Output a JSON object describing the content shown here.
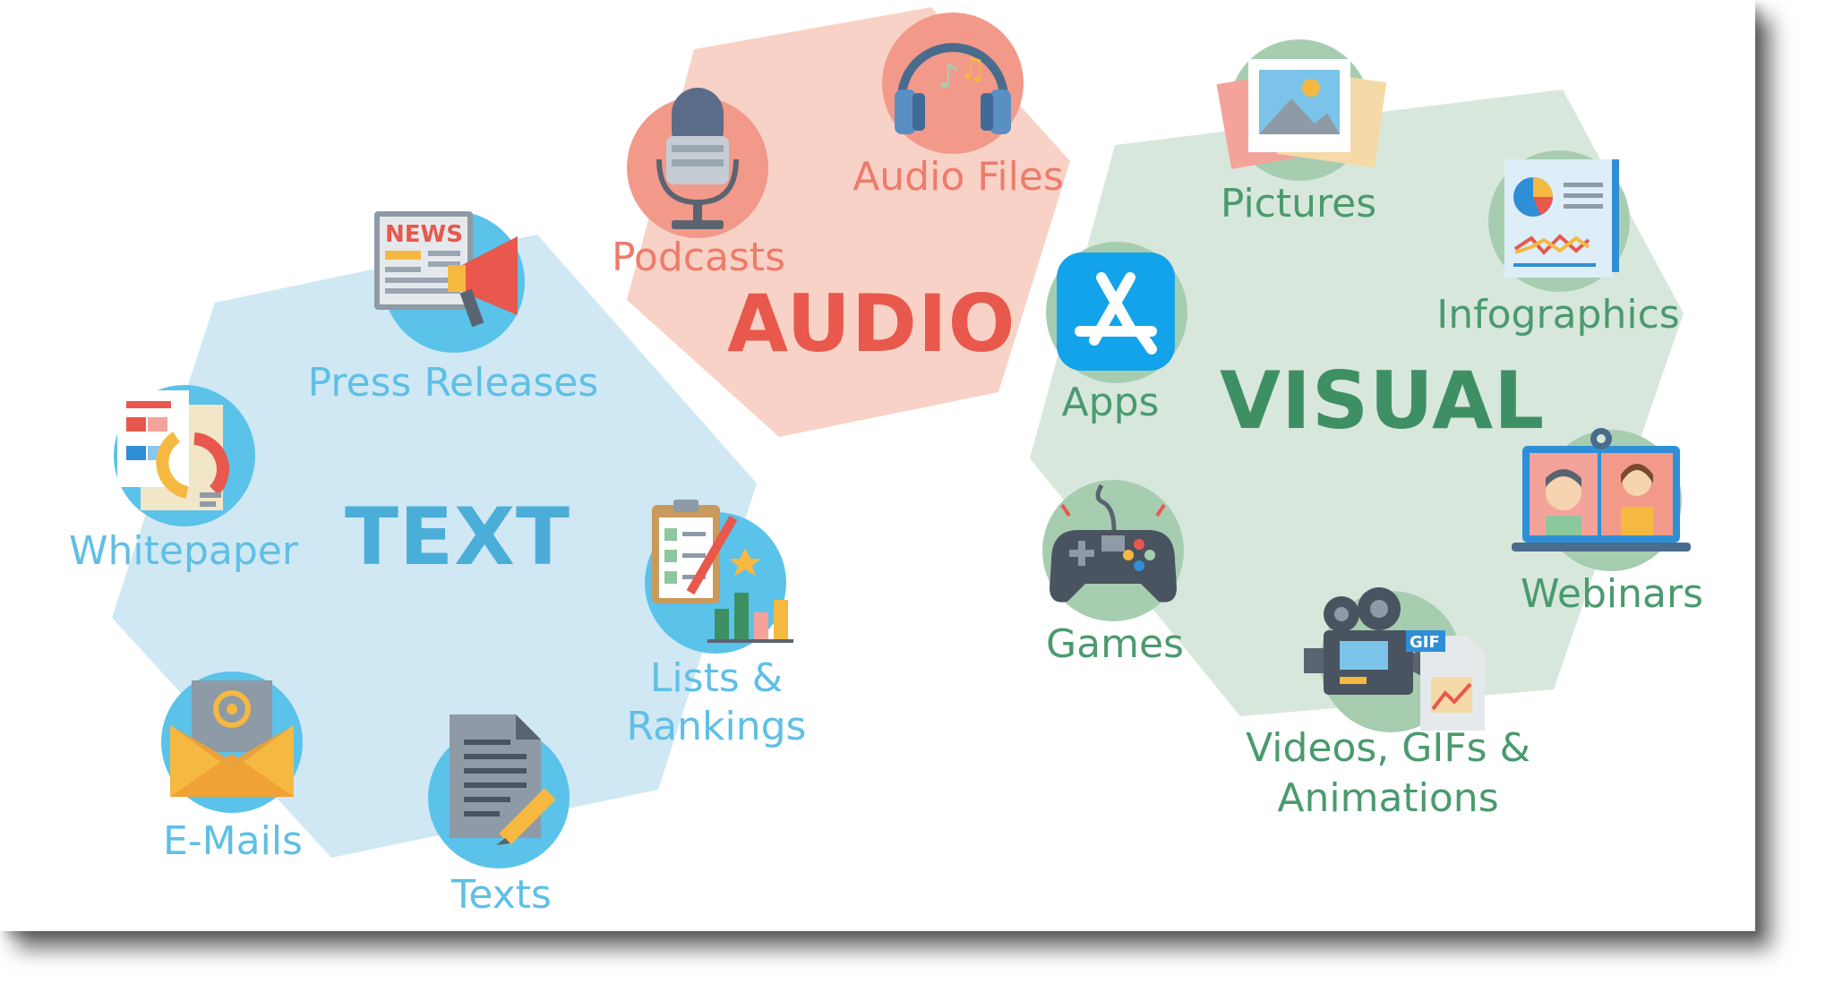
{
  "colors": {
    "text_bg": "#cfe8f3",
    "text_label": "#5fbfe6",
    "text_title": "#4aaed8",
    "text_circle": "#5bc2ea",
    "audio_bg": "#f8d2c6",
    "audio_label": "#ee7b6b",
    "audio_title": "#e8584c",
    "audio_circle": "#f2998a",
    "visual_bg": "#d8e7db",
    "visual_label": "#4a9a6e",
    "visual_title": "#3f8f64",
    "visual_circle": "#a7cdb1"
  },
  "groups": {
    "text": {
      "title": "TEXT",
      "items": {
        "press_releases": "Press Releases",
        "whitepaper": "Whitepaper",
        "lists_line1": "Lists &",
        "lists_line2": "Rankings",
        "emails": "E-Mails",
        "texts": "Texts"
      },
      "icons": {
        "press_releases": "newspaper-megaphone-icon",
        "whitepaper": "report-document-icon",
        "lists": "checklist-chart-icon",
        "emails": "email-envelope-icon",
        "texts": "document-pencil-icon"
      }
    },
    "audio": {
      "title": "AUDIO",
      "items": {
        "podcasts": "Podcasts",
        "audio_files": "Audio Files"
      },
      "icons": {
        "podcasts": "microphone-icon",
        "audio_files": "headphones-icon"
      }
    },
    "visual": {
      "title": "VISUAL",
      "items": {
        "pictures": "Pictures",
        "infographics": "Infographics",
        "apps": "Apps",
        "webinars": "Webinars",
        "games": "Games",
        "videos_line1": "Videos, GIFs &",
        "videos_line2": "Animations"
      },
      "icons": {
        "pictures": "photo-stack-icon",
        "infographics": "infographic-chart-icon",
        "apps": "app-store-icon",
        "webinars": "video-call-laptop-icon",
        "games": "gamepad-icon",
        "videos": "movie-camera-gif-icon"
      }
    }
  }
}
